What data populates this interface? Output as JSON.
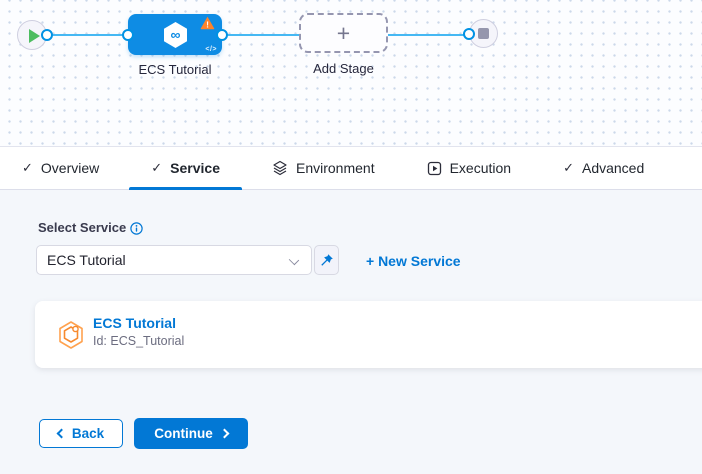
{
  "pipeline": {
    "stage_name": "ECS Tutorial",
    "add_stage_label": "Add Stage"
  },
  "icons": {
    "plus": "+",
    "check": "✓",
    "infinity": "∞",
    "warning": "!",
    "code": "</>",
    "info": "i"
  },
  "tabs": [
    {
      "label": "Overview"
    },
    {
      "label": "Service"
    },
    {
      "label": "Environment"
    },
    {
      "label": "Execution"
    },
    {
      "label": "Advanced"
    }
  ],
  "service_form": {
    "label": "Select Service",
    "selected_value": "ECS Tutorial",
    "new_service": "+ New Service",
    "card": {
      "title": "ECS Tutorial",
      "id": "Id: ECS_Tutorial"
    }
  },
  "footer": {
    "back": "Back",
    "continue": "Continue"
  },
  "colors": {
    "primary": "#0278d5",
    "node_blue": "#0e8ce4",
    "connector_blue": "#45b8f3",
    "warning_orange": "#ff832b",
    "success_green": "#4dbd60",
    "content_bg": "#f4f7fb"
  }
}
